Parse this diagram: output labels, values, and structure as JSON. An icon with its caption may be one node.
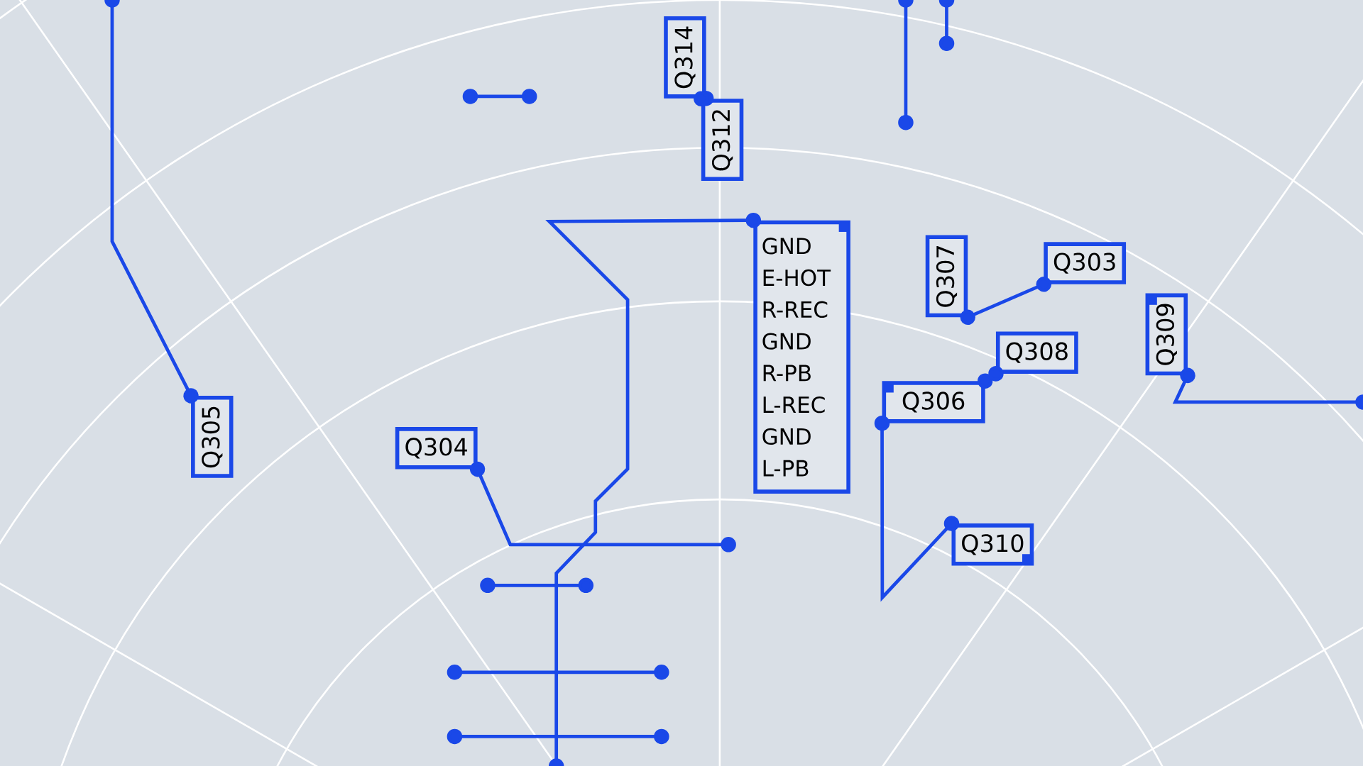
{
  "diagram": {
    "nodes": [
      {
        "text": [
          "Q314"
        ]
      },
      {
        "text": [
          "Q312"
        ]
      },
      {
        "text": [
          "GND",
          "E-HOT",
          "R-REC",
          "GND",
          "R-PB",
          "L-REC",
          "GND",
          "L-PB"
        ]
      },
      {
        "text": [
          "Q305"
        ]
      },
      {
        "text": [
          "Q304"
        ]
      },
      {
        "text": [
          "Q307"
        ]
      },
      {
        "text": [
          "Q303"
        ]
      },
      {
        "text": [
          "Q308"
        ]
      },
      {
        "text": [
          "Q306"
        ]
      },
      {
        "text": [
          "Q309"
        ]
      },
      {
        "text": [
          "Q310"
        ]
      }
    ],
    "edges": [
      {
        "from": 0,
        "to": 1,
        "arrow": "other"
      },
      {
        "from": null,
        "to": 3,
        "arrow": "other"
      },
      {
        "from": 4,
        "to": null,
        "arrow": "other"
      },
      {
        "from": 2,
        "to": null,
        "arrow": "other"
      },
      {
        "from": 5,
        "to": 6,
        "arrow": "other"
      },
      {
        "from": 8,
        "to": 7,
        "arrow": "other"
      },
      {
        "from": 8,
        "to": 10,
        "arrow": "other"
      },
      {
        "from": 9,
        "to": null,
        "arrow": "other"
      }
    ]
  }
}
